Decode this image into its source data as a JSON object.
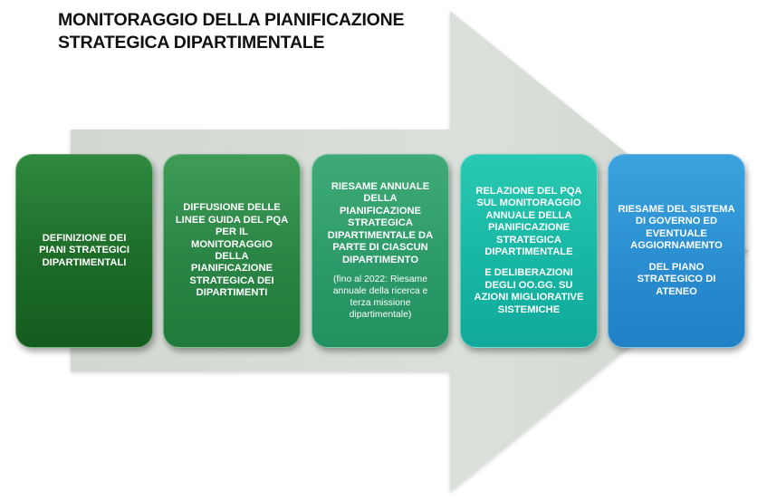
{
  "title": {
    "line1": "MONITORAGGIO DELLA PIANIFICAZIONE",
    "line2": "STRATEGICA DIPARTIMENTALE"
  },
  "colors": {
    "arrow": "#d7dcd6",
    "step1": "#1c6b27",
    "step2": "#2a8445",
    "step3": "#2d9b69",
    "step4": "#18b6a4",
    "step5": "#2b8ed0"
  },
  "steps": [
    {
      "text": "DEFINIZIONE DEI\nPIANI STRATEGICI\nDIPARTIMENTALI"
    },
    {
      "text": "DIFFUSIONE DELLE\nLINEE GUIDA DEL PQA\nPER  IL\nMONITORAGGIO\nDELLA\nPIANIFICAZIONE\nSTRATEGICA DEI\nDIPARTIMENTI"
    },
    {
      "text": "RIESAME ANNUALE\nDELLA\nPIANIFICAZIONE\nSTRATEGICA\nDIPARTIMENTALE DA\nPARTE DI CIASCUN\nDIPARTIMENTO",
      "note": "(fino al 2022: Riesame\nannuale della ricerca e\nterza missione\ndipartimentale)"
    },
    {
      "text": "RELAZIONE DEL PQA\nSUL MONITORAGGIO\nANNUALE DELLA\nPIANIFICAZIONE\nSTRATEGICA\nDIPARTIMENTALE",
      "sub": "E DELIBERAZIONI\nDEGLI OO.GG. SU\nAZIONI MIGLIORATIVE\nSISTEMICHE"
    },
    {
      "text": "RIESAME DEL SISTEMA\nDI GOVERNO ED\nEVENTUALE\nAGGIORNAMENTO",
      "sub": "DEL PIANO\nSTRATEGICO DI\nATENEO"
    }
  ]
}
